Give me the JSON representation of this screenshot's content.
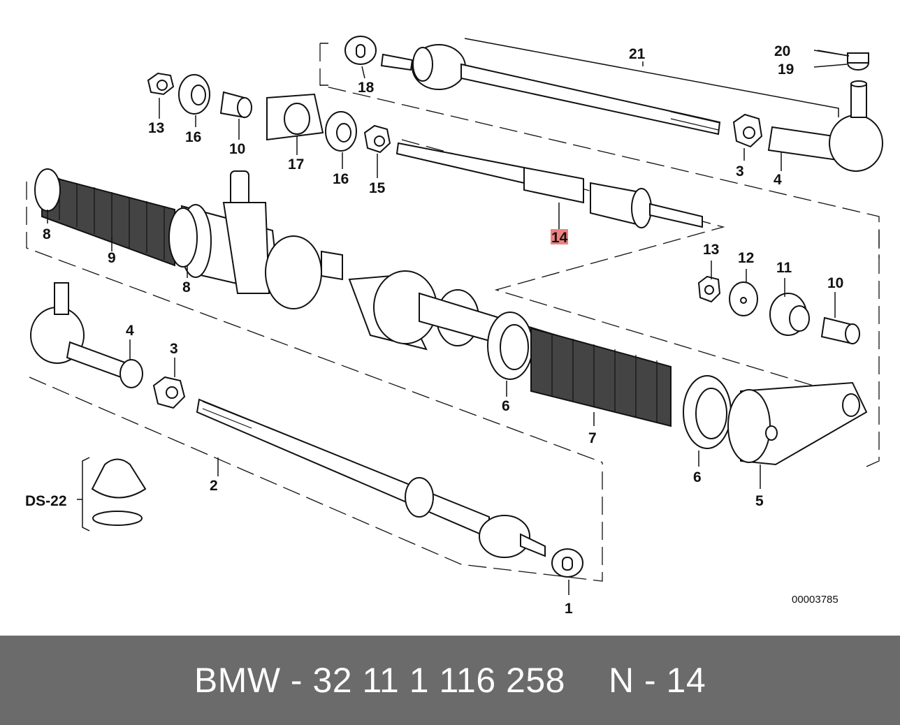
{
  "diagram": {
    "labels": [
      {
        "id": "1",
        "text": "1"
      },
      {
        "id": "2",
        "text": "2"
      },
      {
        "id": "3a",
        "text": "3"
      },
      {
        "id": "3b",
        "text": "3"
      },
      {
        "id": "4a",
        "text": "4"
      },
      {
        "id": "4b",
        "text": "4"
      },
      {
        "id": "5",
        "text": "5"
      },
      {
        "id": "6a",
        "text": "6"
      },
      {
        "id": "6b",
        "text": "6"
      },
      {
        "id": "7",
        "text": "7"
      },
      {
        "id": "8a",
        "text": "8"
      },
      {
        "id": "8b",
        "text": "8"
      },
      {
        "id": "9",
        "text": "9"
      },
      {
        "id": "10a",
        "text": "10"
      },
      {
        "id": "10b",
        "text": "10"
      },
      {
        "id": "11",
        "text": "11"
      },
      {
        "id": "12",
        "text": "12"
      },
      {
        "id": "13a",
        "text": "13"
      },
      {
        "id": "13b",
        "text": "13"
      },
      {
        "id": "14",
        "text": "14"
      },
      {
        "id": "15",
        "text": "15"
      },
      {
        "id": "16a",
        "text": "16"
      },
      {
        "id": "16b",
        "text": "16"
      },
      {
        "id": "17",
        "text": "17"
      },
      {
        "id": "18",
        "text": "18"
      },
      {
        "id": "19",
        "text": "19"
      },
      {
        "id": "20",
        "text": "20"
      },
      {
        "id": "21",
        "text": "21"
      },
      {
        "id": "ds22",
        "text": "DS-22"
      }
    ],
    "highlighted_label": "14",
    "highlight_color": "#f08080",
    "drawing_code": "00003785"
  },
  "footer": {
    "part_number": "BMW - 32 11 1 116 258",
    "position": "N - 14"
  }
}
